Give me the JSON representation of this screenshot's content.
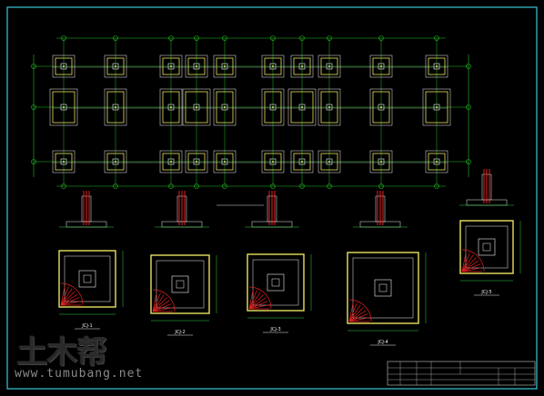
{
  "drawing": {
    "plan_title": "",
    "detail_labels": [
      "JCJ-1",
      "JCJ-2",
      "JCJ-3",
      "JCJ-4",
      "JCJ-5"
    ]
  },
  "title_block": {
    "project_name": "",
    "sheet_title": ""
  },
  "watermark": {
    "logo_text": "土木帮",
    "url": "www.tumubang.net"
  },
  "colors": {
    "background": "#000000",
    "frame": "#38c8d8",
    "grid": "#20c020",
    "footing": "#e8e060",
    "pier": "#f0f0f0",
    "rebar": "#e82020",
    "dimension": "#30d040"
  }
}
